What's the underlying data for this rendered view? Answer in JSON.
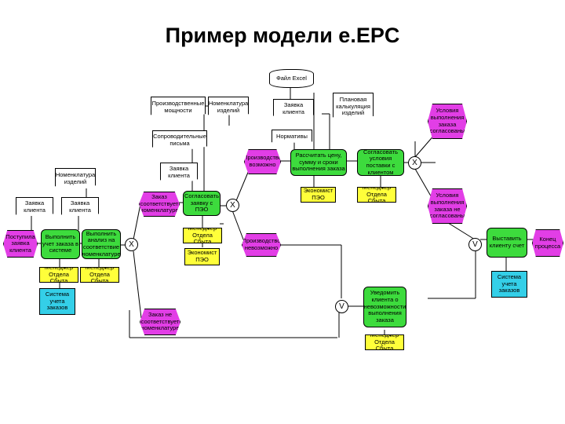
{
  "title": "Пример модели е.EPC",
  "nodes": {
    "file_excel": "Файл Excel",
    "doc_production": "Производственные мощности",
    "doc_nomenclature_top": "Номенклатура изделий",
    "doc_request_top": "Заявка клиента",
    "doc_plan": "Плановая калькуляция изделий",
    "doc_accompanying": "Сопроводительные письма",
    "doc_norms": "Нормативы",
    "doc_nomenclature_left": "Номенклатура изделий",
    "doc_request_mid": "Заявка клиента",
    "doc_request_left1": "Заявка клиента",
    "doc_request_left2": "Заявка клиента",
    "ev_condition_top": "Условия выполнения заказа согласованы",
    "ev_production_possible": "Производство возможно",
    "fn_calc_price": "Рассчитать цену, сумму и сроки выполнения заказа",
    "fn_agree_terms": "Согласовать условия поставки с клиентом",
    "org_econ_top": "Экономист ПЭО",
    "org_manager_top": "Менеджер Отдела Сбыта",
    "ev_order_matches": "Заказ соответствует номенклатуре",
    "fn_agree_ped": "Согласовать заявку с ПЭО",
    "ev_condition_fail": "Условия выполнения заказа не согласованы",
    "ev_order_received": "Поступила заявка клиента",
    "fn_register": "Выполнить учет заказа в системе",
    "fn_check": "Выполнить анализ на соответствие номенклатуре",
    "org_manager_mid": "Менеджер Отдела Сбыта",
    "org_econ_mid": "Экономист ПЭО",
    "ev_production_impossible": "Производство невозможно",
    "fn_register_contract": "Выставить клиенту счет",
    "ev_end": "Конец процесса",
    "org_manager_left1": "Менеджер Отдела Сбыта",
    "org_manager_left2": "Менеджер Отдела Сбыта",
    "sys_left": "Система учета заказов",
    "sys_right": "Система учета заказов",
    "fn_notify": "Уведомить клиента о невозможности выполнения заказа",
    "org_manager_bottom": "Менеджер Отдела Сбыта",
    "ev_order_not_matches": "Заказ не соответствует номенклатуре"
  },
  "operators": {
    "xor": "X",
    "or": "V"
  }
}
